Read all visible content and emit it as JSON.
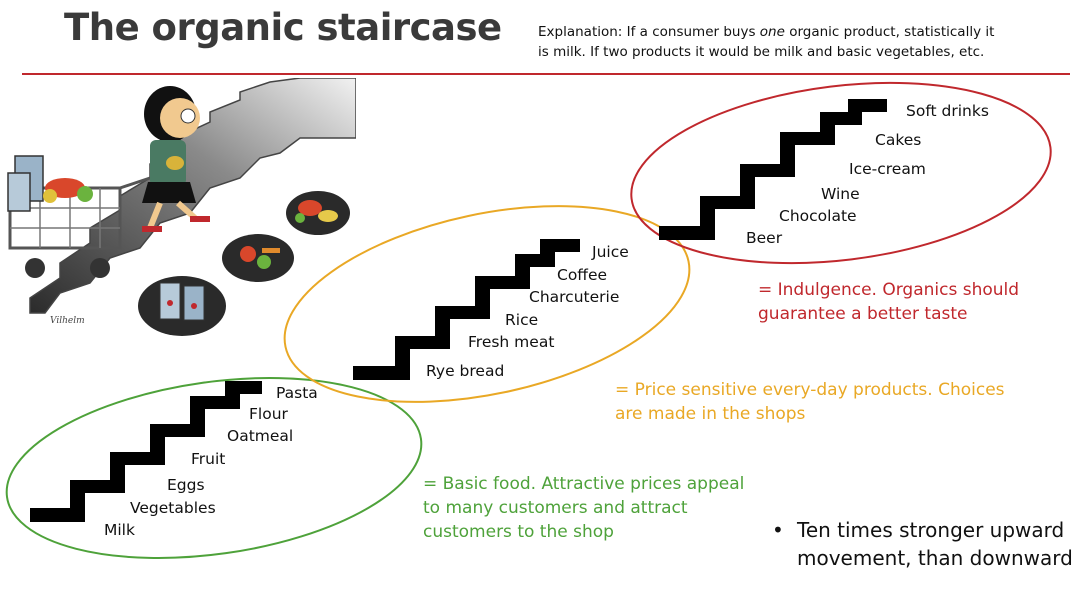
{
  "title": "The organic staircase",
  "explanation": {
    "prefix": "Explanation: If a consumer buys ",
    "emphasis": "one",
    "suffix": " organic product, statistically it is milk. If two products it would be milk and basic vegetables, etc."
  },
  "colors": {
    "green": "#4ea23a",
    "orange": "#e9a825",
    "red": "#c0282d",
    "stair": "#000000",
    "rule": "#c0282d"
  },
  "groups": [
    {
      "id": "basic",
      "color": "green",
      "items": [
        "Milk",
        "Vegetables",
        "Eggs",
        "Fruit",
        "Oatmeal",
        "Flour",
        "Pasta"
      ],
      "note": "= Basic food. Attractive prices appeal to many customers and attract customers to the shop"
    },
    {
      "id": "everyday",
      "color": "orange",
      "items": [
        "Rye bread",
        "Fresh meat",
        "Rice",
        "Charcuterie",
        "Coffee",
        "Juice"
      ],
      "note": "= Price sensitive every-day products. Choices are made in the shops"
    },
    {
      "id": "indulgence",
      "color": "red",
      "items": [
        "Beer",
        "Chocolate",
        "Wine",
        "Ice-cream",
        "Cakes",
        "Soft drinks"
      ],
      "note": "= Indulgence. Organics should guarantee a better taste"
    }
  ],
  "bullet": "Ten times stronger upward movement, than downward",
  "illustration": {
    "description_icon": "shopper-on-stairs-illustration",
    "signature": "Vilhelm"
  }
}
